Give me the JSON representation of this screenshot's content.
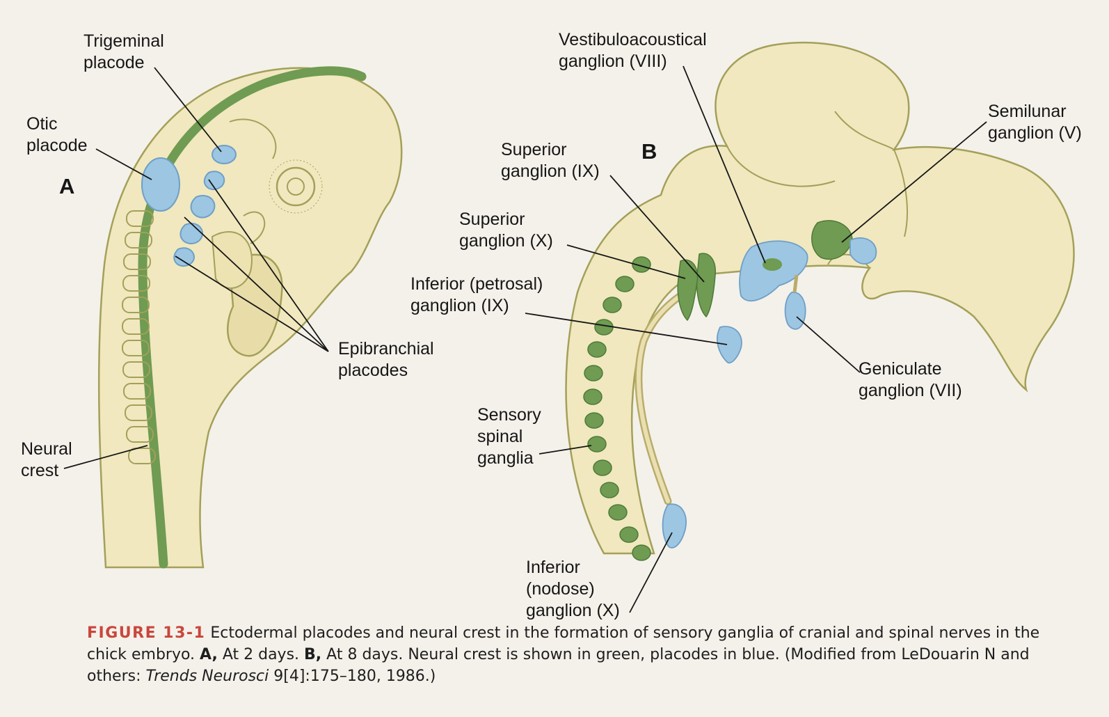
{
  "panels": {
    "a": "A",
    "b": "B"
  },
  "labels": {
    "trigeminal_placode": [
      "Trigeminal",
      "placode"
    ],
    "otic_placode": [
      "Otic",
      "placode"
    ],
    "epibranchial_placodes": [
      "Epibranchial",
      "placodes"
    ],
    "neural_crest": [
      "Neural",
      "crest"
    ],
    "vestibuloacoustical_ganglion": [
      "Vestibuloacoustical",
      "ganglion (VIII)"
    ],
    "semilunar_ganglion": [
      "Semilunar",
      "ganglion (V)"
    ],
    "superior_ganglion_ix": [
      "Superior",
      "ganglion (IX)"
    ],
    "superior_ganglion_x": [
      "Superior",
      "ganglion (X)"
    ],
    "inferior_petrosal_ganglion": [
      "Inferior (petrosal)",
      "ganglion (IX)"
    ],
    "geniculate_ganglion": [
      "Geniculate",
      "ganglion (VII)"
    ],
    "sensory_spinal_ganglia": [
      "Sensory",
      "spinal",
      "ganglia"
    ],
    "inferior_nodose_ganglion": [
      "Inferior",
      "(nodose)",
      "ganglion (X)"
    ]
  },
  "caption": {
    "figure_number": "FIGURE 13-1",
    "text_1": " Ectodermal placodes and neural crest in the formation of sensory ganglia of cranial and spinal nerves in the chick embryo. ",
    "panel_a_ref": "A,",
    "text_2": " At 2 days. ",
    "panel_b_ref": "B,",
    "text_3": " At 8 days. Neural crest is shown in green, placodes in blue. (Modified from LeDouarin N and others: ",
    "journal": "Trends Neurosci",
    "text_4": " 9[4]:175–180, 1986.)"
  },
  "colors": {
    "tissue": "#f1e8bf",
    "tissue_outline": "#a3a05a",
    "neural_crest": "#6f9b52",
    "placode": "#9cc6e2",
    "placode_outline": "#6f9fc6",
    "background": "#f4f1ea"
  }
}
